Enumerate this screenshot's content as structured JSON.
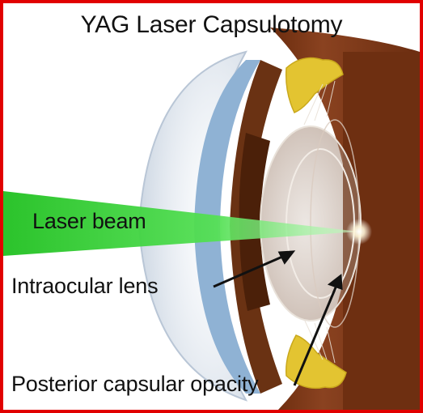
{
  "title": "YAG Laser Capsulotomy",
  "labels": {
    "laser_beam": "Laser beam",
    "intraocular_lens": "Intraocular lens",
    "posterior_capsular_opacity": "Posterior capsular opacity"
  },
  "colors": {
    "frame": "#e10000",
    "background": "#ffffff",
    "eye_wall": "#7a3a16",
    "iris": "#5f2f12",
    "cornea_blue": "#8fb2d4",
    "laser": "#3bd13b",
    "ciliary_yellow": "#e3c431",
    "text": "#111111"
  }
}
